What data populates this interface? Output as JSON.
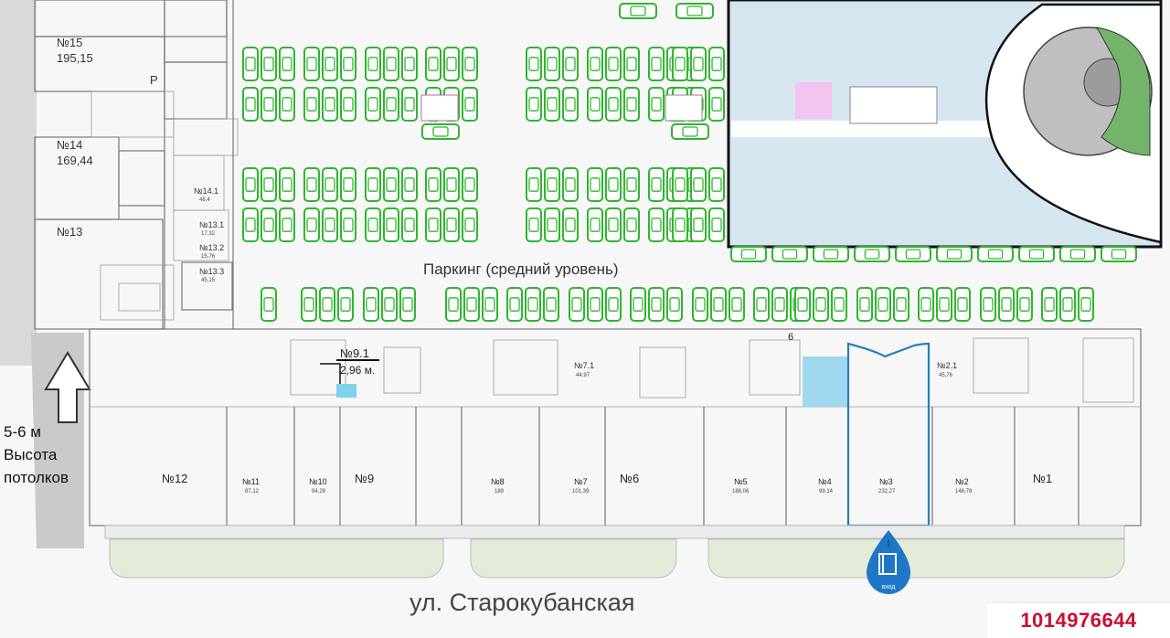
{
  "plan": {
    "title": "Паркинг (средний уровень)",
    "street": "ул. Старокубанская",
    "ceiling": {
      "line1": "5-6  м",
      "line2": "Высота",
      "line3": "потолков"
    },
    "entrance_label": "вход",
    "stair_label": "6",
    "parking_marker": "P",
    "listing_id": "1014976644",
    "colors": {
      "unit_blue": "#c8def2",
      "unit_cyan": "#7ed3ec",
      "unit_yellow": "#f3f0a6",
      "car_green": "#2fb52f",
      "highlight": "#2a7fb5",
      "lawn": "#e2ecd8",
      "id_red": "#c8102e"
    }
  },
  "units": {
    "u15": {
      "no": "№15",
      "area": "195,15"
    },
    "u14": {
      "no": "№14",
      "area": "169,44"
    },
    "u13": {
      "no": "№13"
    },
    "u14_1": {
      "no": "№14.1",
      "area": "48,4"
    },
    "u13_1": {
      "no": "№13.1",
      "area": "17,32"
    },
    "u13_2": {
      "no": "№13.2",
      "area": "15,76"
    },
    "u13_3": {
      "no": "№13.3",
      "area": "45,15"
    },
    "u9_1": {
      "no": "№9.1",
      "area": "2,96 м."
    },
    "u7_1": {
      "no": "№7.1",
      "area": "44,97"
    },
    "u2_1": {
      "no": "№2.1",
      "area": "45,76"
    },
    "u12": {
      "no": "№12"
    },
    "u11": {
      "no": "№11",
      "area": "87,12"
    },
    "u10": {
      "no": "№10",
      "area": "94,29"
    },
    "u9": {
      "no": "№9"
    },
    "u8": {
      "no": "№8",
      "area": "189"
    },
    "u7": {
      "no": "№7",
      "area": "101,39"
    },
    "u6": {
      "no": "№6"
    },
    "u5": {
      "no": "№5",
      "area": "188,06"
    },
    "u4": {
      "no": "№4",
      "area": "99,14"
    },
    "u3": {
      "no": "№3",
      "area": "232,27"
    },
    "u2": {
      "no": "№2",
      "area": "146,78"
    },
    "u1": {
      "no": "№1"
    }
  }
}
